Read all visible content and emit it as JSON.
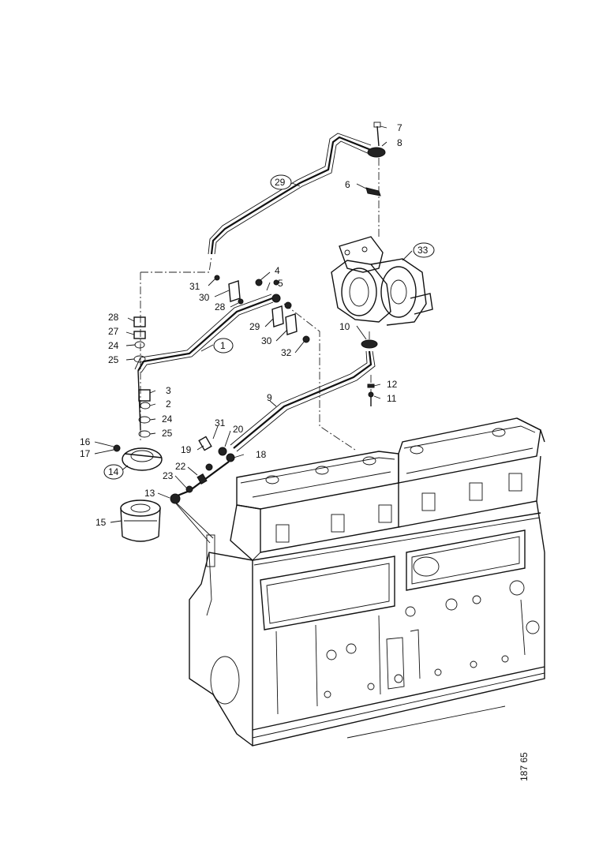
{
  "drawing_number": "187 65",
  "callouts": [
    {
      "id": "c7",
      "text": "7"
    },
    {
      "id": "c8",
      "text": "8"
    },
    {
      "id": "c6",
      "text": "6"
    },
    {
      "id": "c29a",
      "text": "29"
    },
    {
      "id": "c33",
      "text": "33"
    },
    {
      "id": "c4",
      "text": "4"
    },
    {
      "id": "c5",
      "text": "5"
    },
    {
      "id": "c31a",
      "text": "31"
    },
    {
      "id": "c30a",
      "text": "30"
    },
    {
      "id": "c28a",
      "text": "28"
    },
    {
      "id": "c28b",
      "text": "28"
    },
    {
      "id": "c27",
      "text": "27"
    },
    {
      "id": "c24a",
      "text": "24"
    },
    {
      "id": "c25a",
      "text": "25"
    },
    {
      "id": "c1",
      "text": "1"
    },
    {
      "id": "c29b",
      "text": "29"
    },
    {
      "id": "c30b",
      "text": "30"
    },
    {
      "id": "c32",
      "text": "32"
    },
    {
      "id": "c10",
      "text": "10"
    },
    {
      "id": "c3",
      "text": "3"
    },
    {
      "id": "c2",
      "text": "2"
    },
    {
      "id": "c24b",
      "text": "24"
    },
    {
      "id": "c25b",
      "text": "25"
    },
    {
      "id": "c9",
      "text": "9"
    },
    {
      "id": "c12",
      "text": "12"
    },
    {
      "id": "c11",
      "text": "11"
    },
    {
      "id": "c16",
      "text": "16"
    },
    {
      "id": "c17",
      "text": "17"
    },
    {
      "id": "c14",
      "text": "14"
    },
    {
      "id": "c19",
      "text": "19"
    },
    {
      "id": "c31b",
      "text": "31"
    },
    {
      "id": "c20",
      "text": "20"
    },
    {
      "id": "c18",
      "text": "18"
    },
    {
      "id": "c22",
      "text": "22"
    },
    {
      "id": "c23",
      "text": "23"
    },
    {
      "id": "c13",
      "text": "13"
    },
    {
      "id": "c15",
      "text": "15"
    }
  ]
}
